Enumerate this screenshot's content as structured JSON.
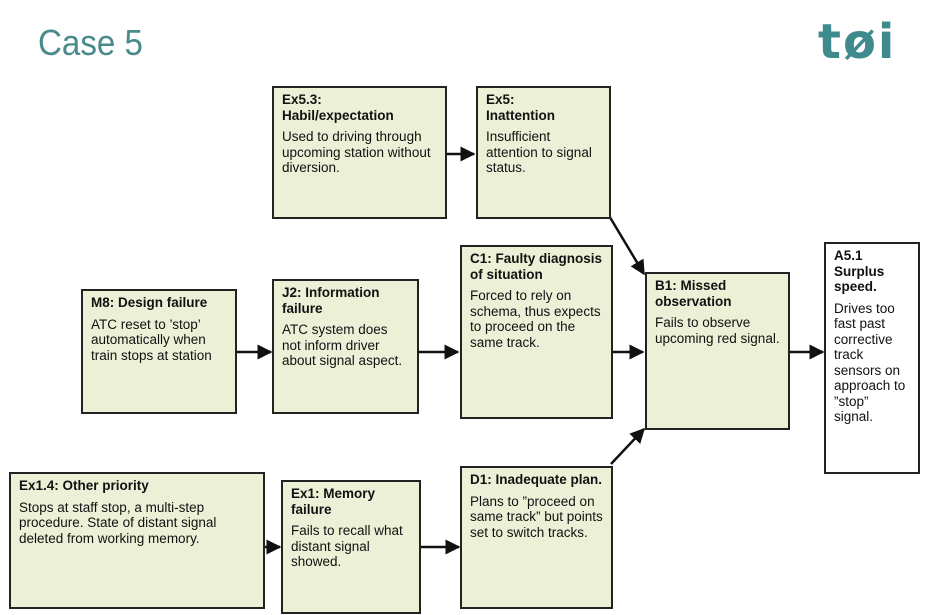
{
  "title": "Case 5",
  "logo": "tøi",
  "colors": {
    "box_fill": "#ecf0d6",
    "outcome_fill": "#ffffff",
    "title": "#4a8a8c",
    "border": "#222222"
  },
  "boxes": {
    "ex53": {
      "heading": "Ex5.3:\nHabil/expectation",
      "text": "Used to driving through upcoming station without diversion."
    },
    "ex5": {
      "heading": "Ex5:\nInattention",
      "text": "Insufficient attention to signal status."
    },
    "m8": {
      "heading": "M8: Design failure",
      "text": "ATC reset to ’stop’ automatically when train stops at station"
    },
    "j2": {
      "heading": "J2: Information failure",
      "text": "ATC system does not inform driver about signal aspect."
    },
    "c1": {
      "heading": "C1: Faulty diagnosis of situation",
      "text": "Forced to rely on schema, thus expects to proceed on the same track."
    },
    "b1": {
      "heading": "B1: Missed observation",
      "text": "Fails to observe upcoming red signal."
    },
    "a51": {
      "heading": "A5.1 Surplus speed.",
      "text": "Drives too fast past corrective track sensors on approach to ”stop” signal."
    },
    "ex14": {
      "heading": "Ex1.4: Other priority",
      "text": "Stops at staff stop, a multi-step procedure. State of distant signal deleted from working memory."
    },
    "ex1": {
      "heading": "Ex1: Memory failure",
      "text": "Fails to recall what distant signal showed."
    },
    "d1": {
      "heading": "D1: Inadequate plan.",
      "text": "Plans to ”proceed on same track” but points set  to switch tracks."
    }
  }
}
